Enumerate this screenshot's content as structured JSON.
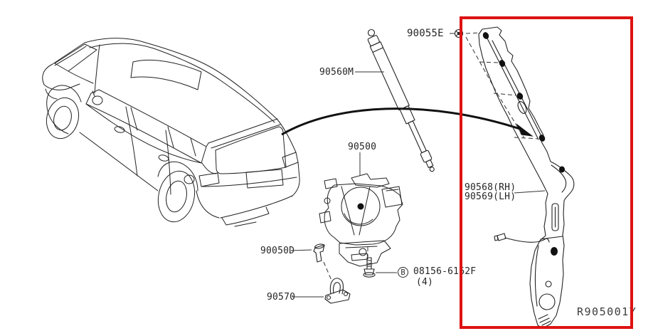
{
  "diagram": {
    "ref_code": "R905001Y",
    "colors": {
      "highlight_box": "#de1212",
      "line_art": "#222222"
    },
    "parts": {
      "pin_bolt": {
        "label": "90055E"
      },
      "back_door_stay": {
        "label": "90560M"
      },
      "back_door_lock": {
        "label": "90500"
      },
      "clip": {
        "label": "90050D"
      },
      "striker": {
        "label": "90570"
      },
      "screw": {
        "badge_letter": "B",
        "label": "08156-6162F",
        "qty": "(4)"
      },
      "side_rail_rh": {
        "label": "90568(RH)"
      },
      "side_rail_lh": {
        "label": "90569(LH)"
      }
    }
  }
}
